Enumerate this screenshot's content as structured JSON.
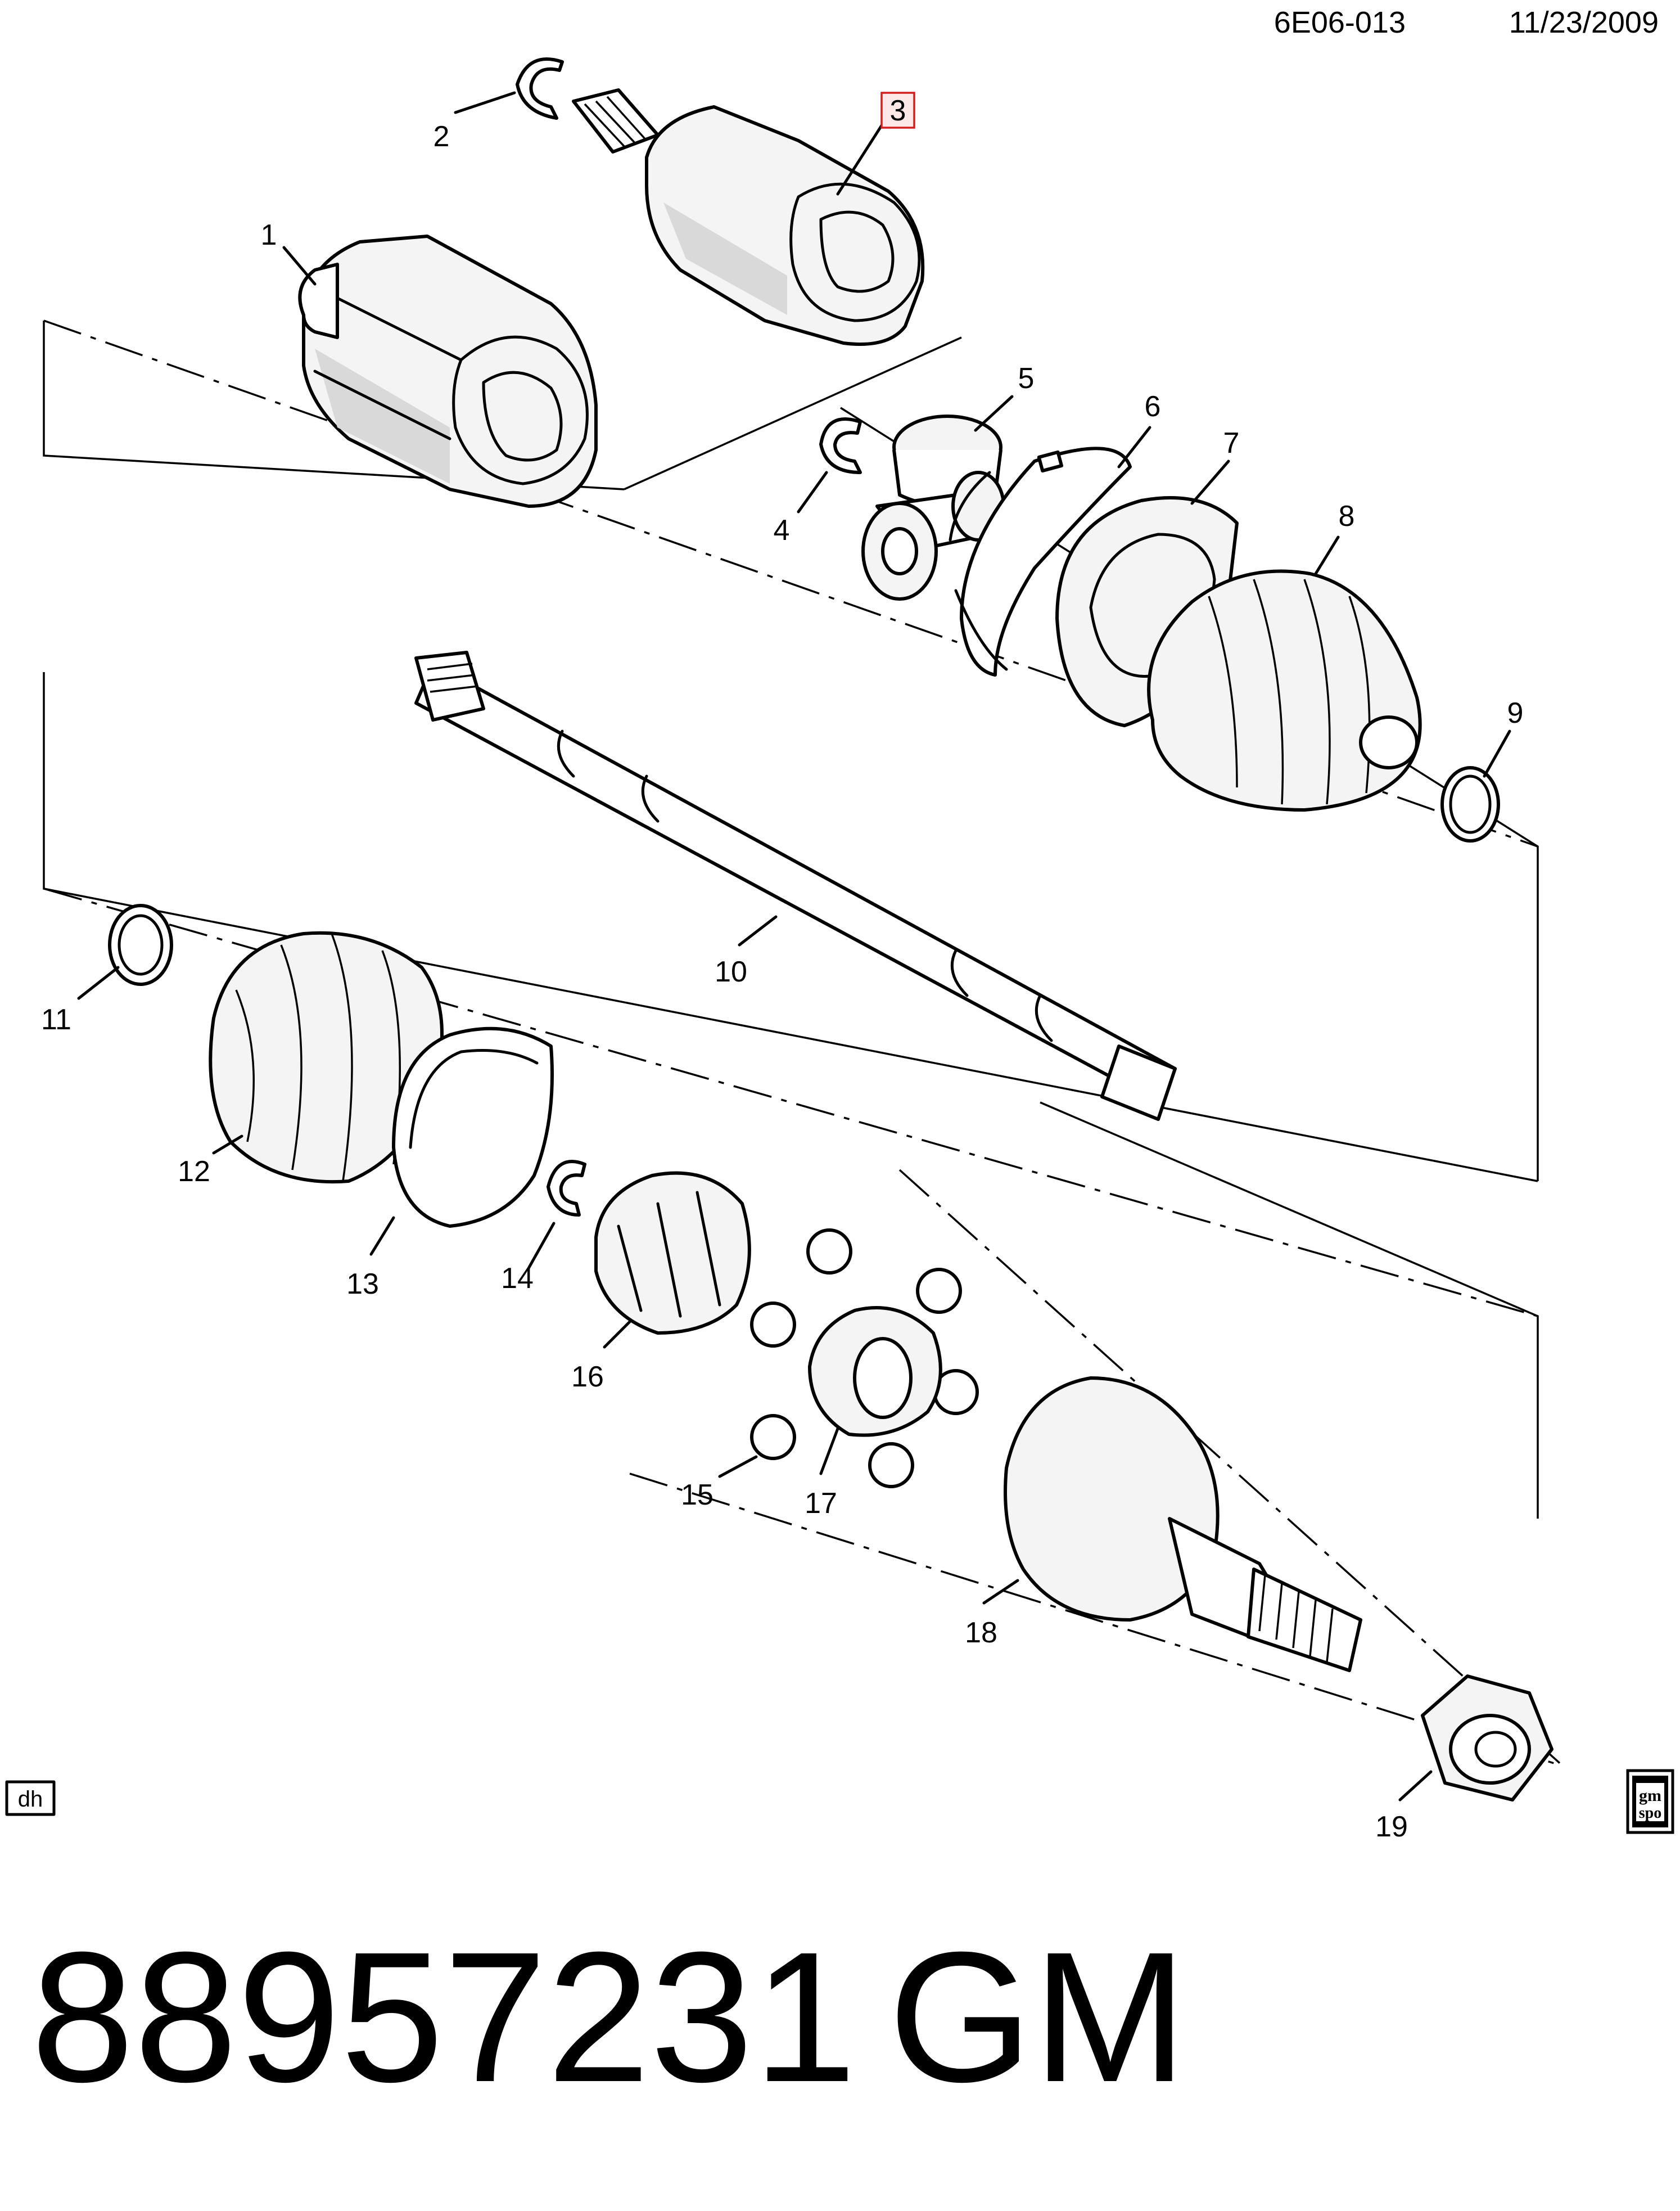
{
  "header": {
    "code": "6E06-013",
    "date": "11/23/2009"
  },
  "part_number": "88957231",
  "brand": "GM",
  "corner_tags": {
    "left": "dh",
    "right_logo_text": [
      "gm",
      "spo"
    ]
  },
  "highlighted_callout": "3",
  "colors": {
    "line": "#000000",
    "highlight_border": "#d21f1f",
    "highlight_fill": "#fde7e7"
  },
  "callouts": [
    "1",
    "2",
    "3",
    "4",
    "5",
    "6",
    "7",
    "8",
    "9",
    "10",
    "11",
    "12",
    "13",
    "14",
    "15",
    "16",
    "17",
    "18",
    "19"
  ]
}
